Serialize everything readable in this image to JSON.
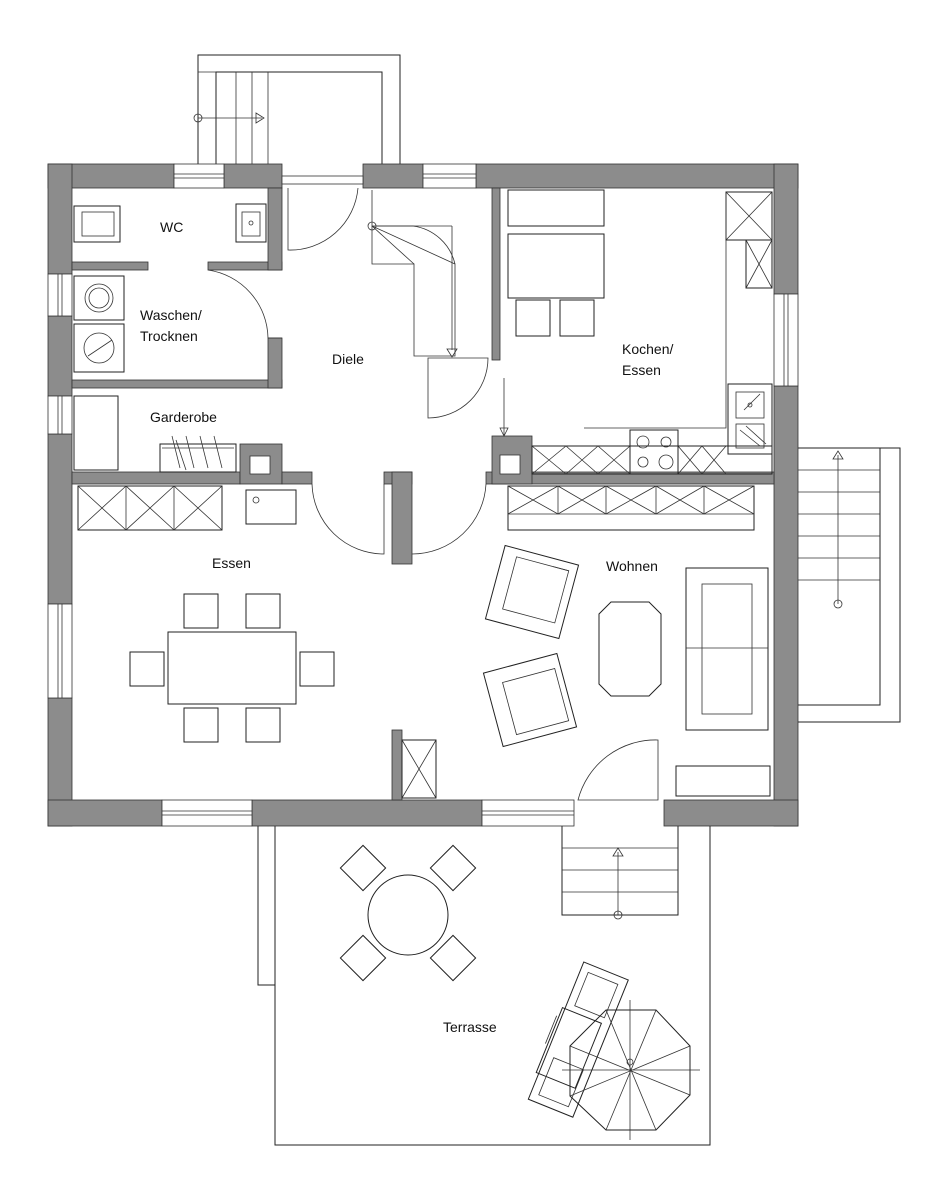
{
  "rooms": {
    "wc": "WC",
    "waschen_line1": "Waschen/",
    "waschen_line2": "Trocknen",
    "diele": "Diele",
    "garderobe": "Garderobe",
    "kochen_line1": "Kochen/",
    "kochen_line2": "Essen",
    "essen": "Essen",
    "wohnen": "Wohnen",
    "terrasse": "Terrasse"
  },
  "colors": {
    "wall": "#8c8c8c",
    "line": "#222222",
    "background": "#ffffff"
  }
}
